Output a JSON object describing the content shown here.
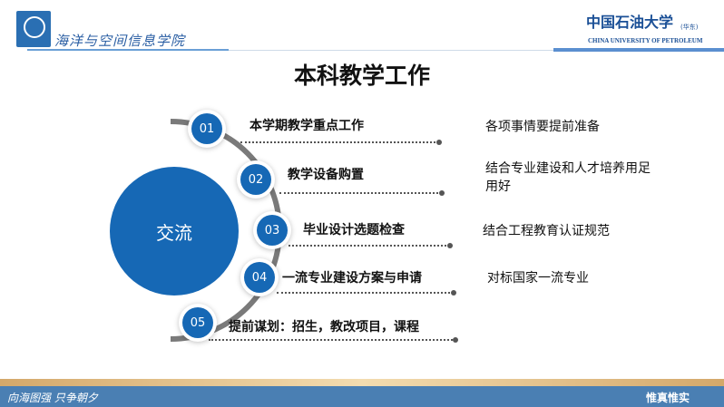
{
  "header": {
    "college": "海洋与空间信息学院",
    "university_cn": "中国石油大学",
    "university_tag": "(华东)",
    "university_en": "CHINA UNIVERSITY OF PETROLEUM"
  },
  "title": "本科教学工作",
  "center_label": "交流",
  "items": [
    {
      "num": "01",
      "label": "本学期教学重点工作",
      "note": "各项事情要提前准备"
    },
    {
      "num": "02",
      "label": "教学设备购置",
      "note": "结合专业建设和人才培养用足用好"
    },
    {
      "num": "03",
      "label": "毕业设计选题检查",
      "note": "结合工程教育认证规范"
    },
    {
      "num": "04",
      "label": "一流专业建设方案与申请",
      "note": "对标国家一流专业"
    },
    {
      "num": "05",
      "label": "提前谋划：招生，教改项目，课程",
      "note": ""
    }
  ],
  "footer": {
    "motto_left": "向海图强 只争朝夕",
    "motto_right": "惟真惟实"
  },
  "colors": {
    "accent": "#1668b5",
    "footer": "#4a7fb3"
  }
}
